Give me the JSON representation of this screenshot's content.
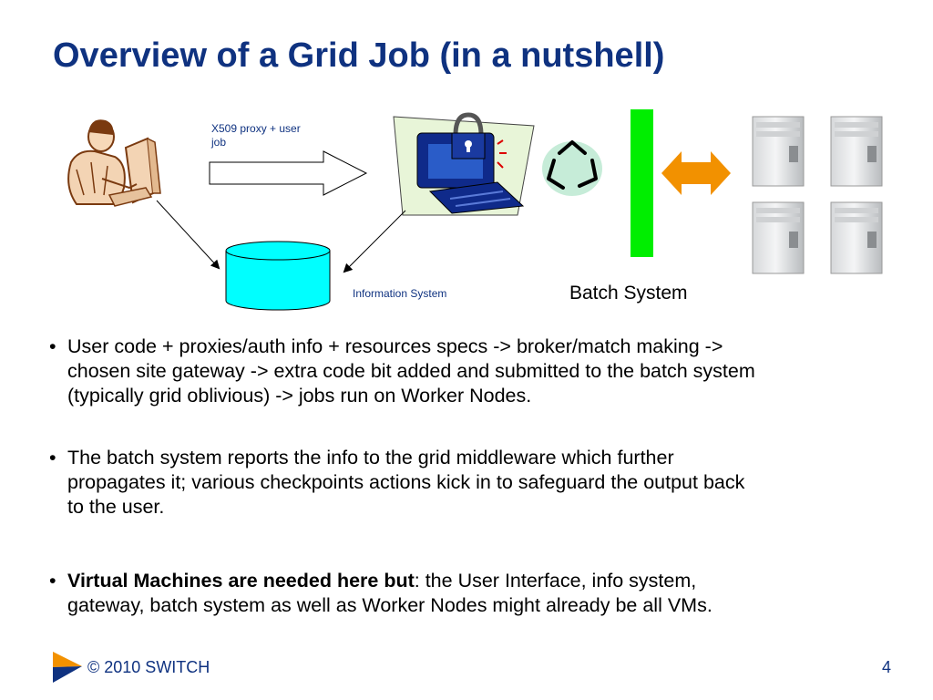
{
  "slide": {
    "title": "Overview of a Grid Job (in a nutshell)"
  },
  "diagram": {
    "arrow_label_line1": "X509 proxy + user",
    "arrow_label_line2": "job",
    "information_system_label": "Information System",
    "batch_system_label": "Batch System"
  },
  "bullets": [
    {
      "dot": "•",
      "lines": [
        "User code + proxies/auth info + resources specs -> broker/match making ->",
        "chosen site gateway -> extra code bit added and submitted to the batch system",
        "(typically grid oblivious) -> jobs run on Worker Nodes."
      ]
    },
    {
      "dot": "•",
      "lines": [
        "The batch system reports the info to the grid middleware which further",
        "propagates it; various checkpoints actions kick in to safeguard the output back",
        "to the user."
      ]
    },
    {
      "dot": "•",
      "bold": "Virtual Machines are needed here but",
      "rest_line1": ": the User Interface, info system,",
      "line2": "gateway, batch system as well as Worker Nodes might already be all VMs."
    }
  ],
  "footer": {
    "copyright": "© 2010 SWITCH",
    "page_number": "4"
  },
  "colors": {
    "title": "#0f3280",
    "database": "#00ffff",
    "batch_bar": "#00ee00",
    "exchange_arrow": "#f29100",
    "label_blue": "#0f3280"
  },
  "icons": {
    "user": "person-at-computer-icon",
    "gateway": "secure-computer-lock-icon",
    "broker": "recycle-icon",
    "workers": "tower-server-icon"
  }
}
